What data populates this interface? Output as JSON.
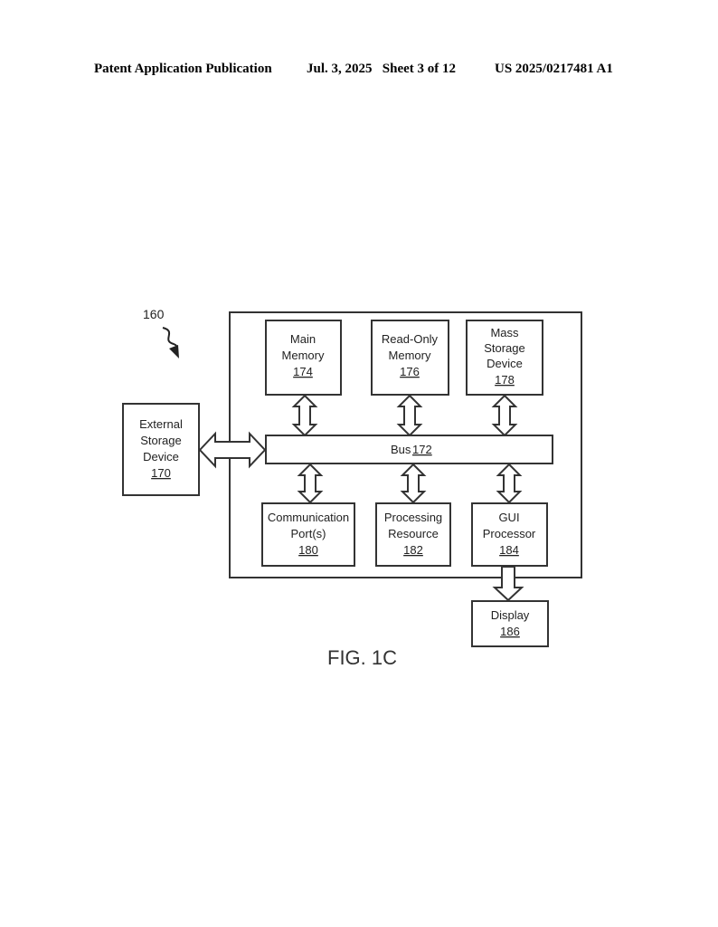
{
  "header": {
    "left": "Patent Application Publication",
    "middle": "Jul. 3, 2025   Sheet 3 of 12",
    "right": "US 2025/0217481 A1"
  },
  "diagram": {
    "system_ref": "160",
    "figure_label": "FIG. 1C",
    "blocks": {
      "main_memory": {
        "lines": [
          "Main",
          "Memory"
        ],
        "ref": "174"
      },
      "rom": {
        "lines": [
          "Read-Only",
          "Memory"
        ],
        "ref": "176"
      },
      "mass_storage": {
        "lines": [
          "Mass",
          "Storage",
          "Device"
        ],
        "ref": "178"
      },
      "external_storage": {
        "lines": [
          "External",
          "Storage",
          "Device"
        ],
        "ref": "170"
      },
      "bus": {
        "label": "Bus",
        "ref": "172"
      },
      "comm_port": {
        "lines": [
          "Communication",
          "Port(s)"
        ],
        "ref": "180"
      },
      "processing": {
        "lines": [
          "Processing",
          "Resource"
        ],
        "ref": "182"
      },
      "gui": {
        "lines": [
          "GUI",
          "Processor"
        ],
        "ref": "184"
      },
      "display": {
        "lines": [
          "Display"
        ],
        "ref": "186"
      }
    }
  }
}
